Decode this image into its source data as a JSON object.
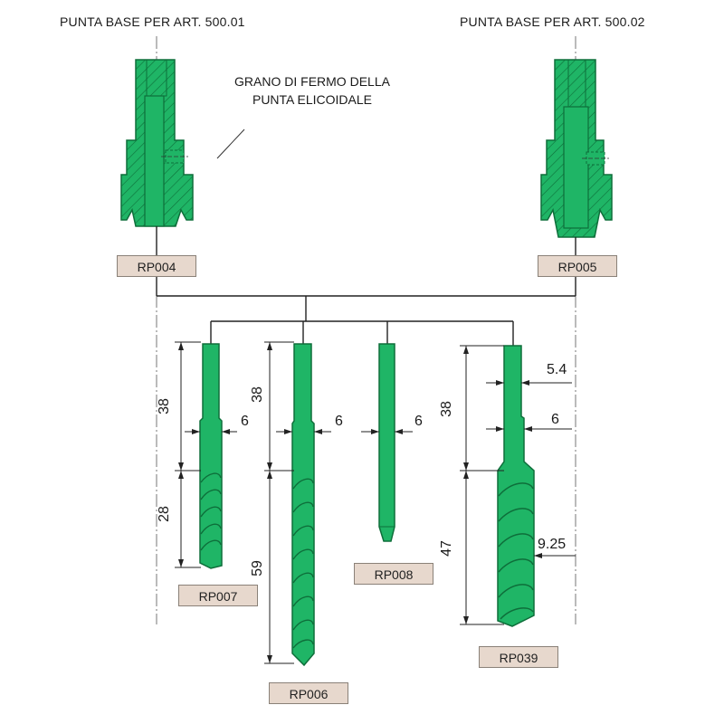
{
  "titles": {
    "left": "PUNTA BASE PER ART. 500.01",
    "right": "PUNTA BASE PER ART. 500.02"
  },
  "note": {
    "line1": "GRANO DI FERMO DELLA",
    "line2": "PUNTA ELICOIDALE"
  },
  "codes": {
    "rp004": "RP004",
    "rp005": "RP005",
    "rp007": "RP007",
    "rp006": "RP006",
    "rp008": "RP008",
    "rp039": "RP039"
  },
  "dims": {
    "rp007_shank": "38",
    "rp007_flute": "28",
    "rp007_dia": "6",
    "rp006_shank": "38",
    "rp006_flute": "59",
    "rp006_dia": "6",
    "rp008_dia": "6",
    "rp039_shank": "38",
    "rp039_flute": "47",
    "rp039_dia_top": "5.4",
    "rp039_dia_mid": "6",
    "rp039_dia_bit": "9.25"
  },
  "colors": {
    "part_fill": "#1fb566",
    "part_stroke": "#0e6e3a",
    "label_bg": "#e7d8cd"
  }
}
